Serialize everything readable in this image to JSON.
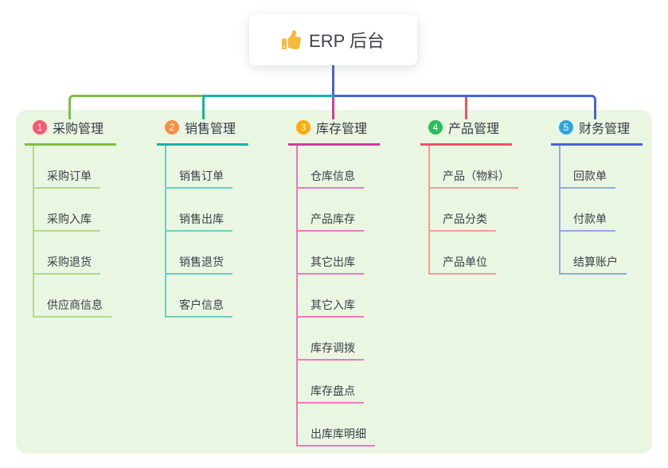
{
  "root": {
    "label": "ERP 后台",
    "icon": "thumbs-up-icon"
  },
  "branches": [
    {
      "index": "1",
      "label": "采购管理",
      "badge_color": "#f85a70",
      "line_color": "#7fbd45",
      "child_line_color": "#b2d98c",
      "children": [
        "采购订单",
        "采购入库",
        "采购退货",
        "供应商信息"
      ]
    },
    {
      "index": "2",
      "label": "销售管理",
      "badge_color": "#fa8f44",
      "line_color": "#13b5a5",
      "child_line_color": "#6ecdc1",
      "children": [
        "销售订单",
        "销售出库",
        "销售退货",
        "客户信息"
      ]
    },
    {
      "index": "3",
      "label": "库存管理",
      "badge_color": "#ffab08",
      "line_color": "#d23c9e",
      "child_line_color": "#ec79bf",
      "children": [
        "仓库信息",
        "产品库存",
        "其它出库",
        "其它入库",
        "库存调拨",
        "库存盘点",
        "出库库明细"
      ]
    },
    {
      "index": "4",
      "label": "产品管理",
      "badge_color": "#2abd5d",
      "line_color": "#f15066",
      "child_line_color": "#f49b97",
      "children": [
        "产品（物料）",
        "产品分类",
        "产品单位"
      ]
    },
    {
      "index": "5",
      "label": "财务管理",
      "badge_color": "#30a3e0",
      "line_color": "#4a63d3",
      "child_line_color": "#92a9e6",
      "children": [
        "回款单",
        "付款单",
        "结算账户"
      ]
    }
  ],
  "colors": {
    "canvas_bg": "#ffffff",
    "panel_bg": "#e9f6e1",
    "root_stem": "#4a63d3",
    "bus_left": "#7fbd45",
    "bus_mid": "#13b5a5",
    "bus_right": "#4a63d3",
    "drop_3": "#d23c9e",
    "drop_4": "#f15066",
    "thumb_icon": "#f6b93b"
  }
}
